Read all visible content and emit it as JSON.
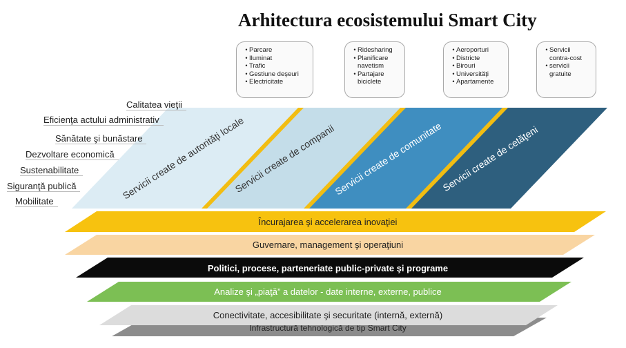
{
  "title": "Arhitectura ecosistemului Smart City",
  "boxes": [
    {
      "items": [
        "Parcare",
        "Iluminat",
        "Trafic",
        "Gestiune deşeuri",
        "Electricitate"
      ]
    },
    {
      "items": [
        "Ridesharing",
        "Planificare navetism",
        "Partajare biciclete"
      ]
    },
    {
      "items": [
        "Aeroporturi",
        "Districte",
        "Birouri",
        "Universităţi",
        "Apartamente"
      ]
    },
    {
      "items": [
        "Servicii contra-cost",
        "servicii gratuite"
      ]
    }
  ],
  "dimensions": [
    "Calitatea vieţii",
    "Eficienţa actului administrativ",
    "Sănătate şi bunăstare",
    "Dezvoltare economică",
    "Sustenabilitate",
    "Siguranţă publică",
    "Mobilitate"
  ],
  "services": [
    {
      "label": "Servicii create de autorităţi locale",
      "color": "#dcecf4"
    },
    {
      "label": "Servicii create de companii",
      "color": "#c4dde9"
    },
    {
      "label": "Servicii create de comunitate",
      "color": "#3f8ec0"
    },
    {
      "label": "Servicii create de cetăţeni",
      "color": "#2e5f7e"
    }
  ],
  "layers": [
    {
      "label": "Încurajarea şi accelerarea inovaţiei",
      "color": "#f7c20f",
      "text_color": "#222222"
    },
    {
      "label": "Guvernare, management şi operaţiuni",
      "color": "#f9d5a2",
      "text_color": "#222222"
    },
    {
      "label": "Politici, procese, parteneriate public-private şi programe",
      "color": "#0b0b0b",
      "text_color": "#ffffff"
    },
    {
      "label": "Analize şi „piaţă” a datelor - date interne, externe, publice",
      "color": "#7cbf54",
      "text_color": "#ffffff"
    },
    {
      "label": "Conectivitate, accesibilitate şi securitate (internă, externă)",
      "color": "#dcdcdc",
      "text_color": "#222222"
    },
    {
      "label": "Infrastructură tehnologică de tip Smart City",
      "color": "#8c8c8c",
      "text_color": "#222222"
    }
  ]
}
